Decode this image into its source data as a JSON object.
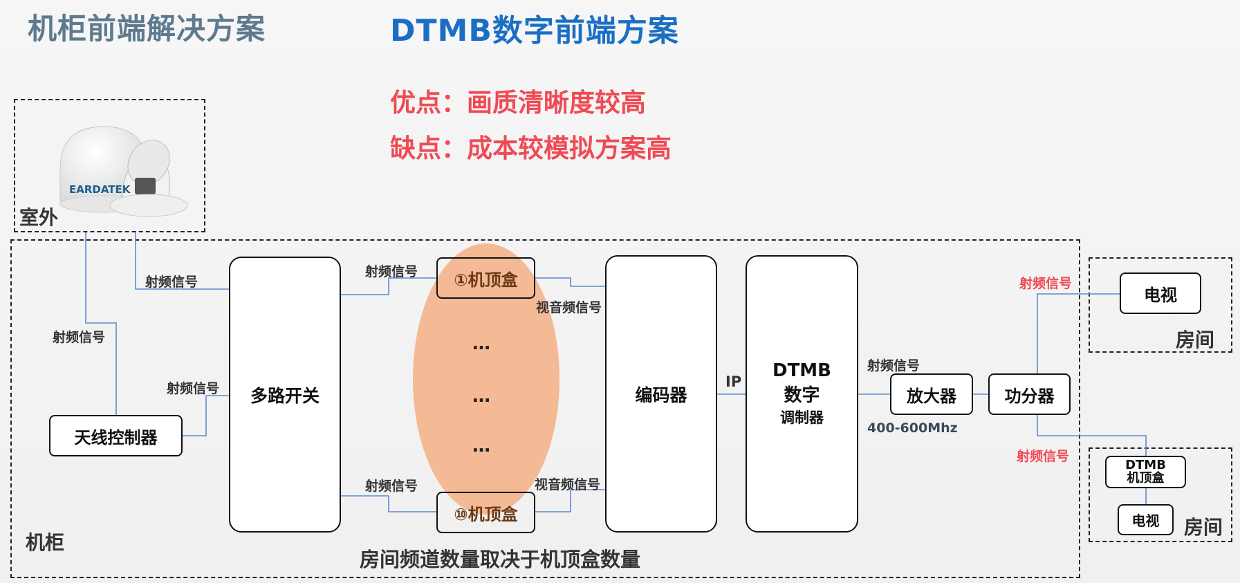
{
  "header": {
    "title_left": "机柜前端解决方案",
    "title_right": "DTMB数字前端方案"
  },
  "summary": {
    "pro": "优点：画质清晰度较高",
    "con": "缺点：成本较模拟方案高"
  },
  "outdoor": {
    "label": "室外",
    "antenna_brand": "EARDATEK"
  },
  "cabinet": {
    "label": "机柜",
    "footer_note": "房间频道数量取决于机顶盒数量"
  },
  "nodes": {
    "antenna_controller": "天线控制器",
    "multiswitch": "多路开关",
    "stb_first": "①机顶盒",
    "stb_last": "⑩机顶盒",
    "encoder": "编码器",
    "modulator_line1": "DTMB",
    "modulator_line2": "数字",
    "modulator_line3": "调制器",
    "amplifier": "放大器",
    "splitter": "功分器",
    "tv_room1": "电视",
    "stb_room2_line1": "DTMB",
    "stb_room2_line2": "机顶盒",
    "tv_room2": "电视"
  },
  "ellipsis": [
    "…",
    "…",
    "…"
  ],
  "signals": {
    "rf": "射频信号",
    "av": "视音频信号",
    "ip": "IP",
    "freq_range": "400-600Mhz"
  },
  "rooms": {
    "room1": "房间",
    "room2": "房间"
  },
  "colors": {
    "title_left": "#5d7a8e",
    "title_right": "#1a6fc4",
    "highlight_red": "#f04a54",
    "line_blue": "#5b8bd0",
    "ellipse_fill": "#f4b995"
  }
}
